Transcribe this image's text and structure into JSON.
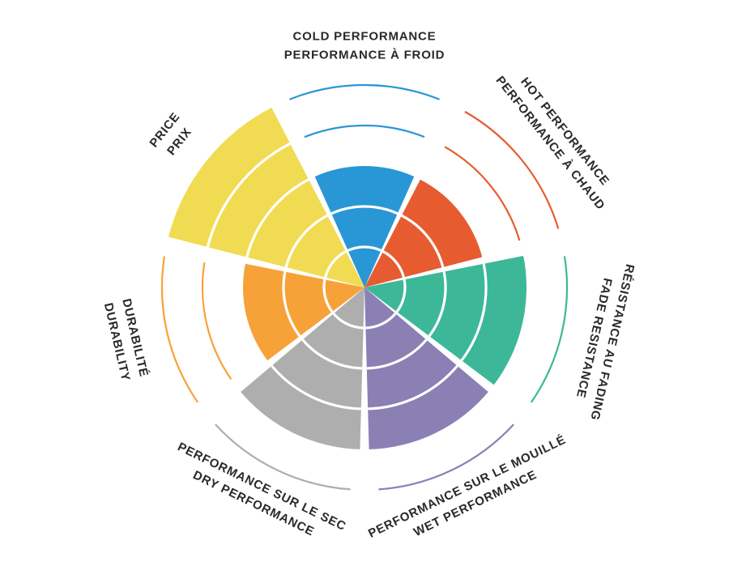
{
  "page": {
    "background_color": "#ffffff",
    "text_color": "#2a2926"
  },
  "chart_data": {
    "type": "radial-sector-rating",
    "description": "Circular tyre/brake product performance wheel with 7 colored sectors, each filled to a rating level out of 5 concentric rings; unfilled ring boundaries drawn as thin colored arcs.",
    "rings": 5,
    "max_value": 5,
    "direction": "clockwise-from-top",
    "sectors": [
      {
        "id": "cold-performance",
        "label_en": "COLD PERFORMANCE",
        "label_fr": "PERFORMANCE À FROID",
        "lines": [
          "COLD PERFORMANCE",
          "PERFORMANCE À FROID"
        ],
        "color": "#2997D5",
        "value": 3
      },
      {
        "id": "hot-performance",
        "label_en": "HOT PERFORMANCE",
        "label_fr": "PERFORMANCE À CHAUD",
        "lines": [
          "HOT PERFORMANCE",
          "PERFORMANCE À CHAUD"
        ],
        "color": "#E65C30",
        "value": 3
      },
      {
        "id": "fade-resistance",
        "label_en": "FADE RESISTANCE",
        "label_fr": "RÉSISTANCE AU FADING",
        "lines": [
          "RÉSISTANCE AU FADING",
          "FADE RESISTANCE"
        ],
        "color": "#3CB898",
        "value": 4
      },
      {
        "id": "wet-performance",
        "label_en": "WET PERFORMANCE",
        "label_fr": "PERFORMANCE SUR LE MOUILLÉ",
        "lines": [
          "PERFORMANCE SUR LE MOUILLÉ",
          "WET PERFORMANCE"
        ],
        "color": "#8A80B4",
        "value": 4
      },
      {
        "id": "dry-performance",
        "label_en": "DRY PERFORMANCE",
        "label_fr": "PERFORMANCE SUR LE SEC",
        "lines": [
          "PERFORMANCE SUR LE SEC",
          "DRY PERFORMANCE"
        ],
        "color": "#AFAEAE",
        "value": 4
      },
      {
        "id": "durability",
        "label_en": "DURABILITY",
        "label_fr": "DURABILITÉ",
        "lines": [
          "DURABILITÉ",
          "DURABILITY"
        ],
        "color": "#F7A239",
        "value": 3
      },
      {
        "id": "price",
        "label_en": "PRICE",
        "label_fr": "PRIX",
        "lines": [
          "PRICE",
          "PRIX"
        ],
        "color": "#F1DB52",
        "value": 5
      }
    ]
  }
}
